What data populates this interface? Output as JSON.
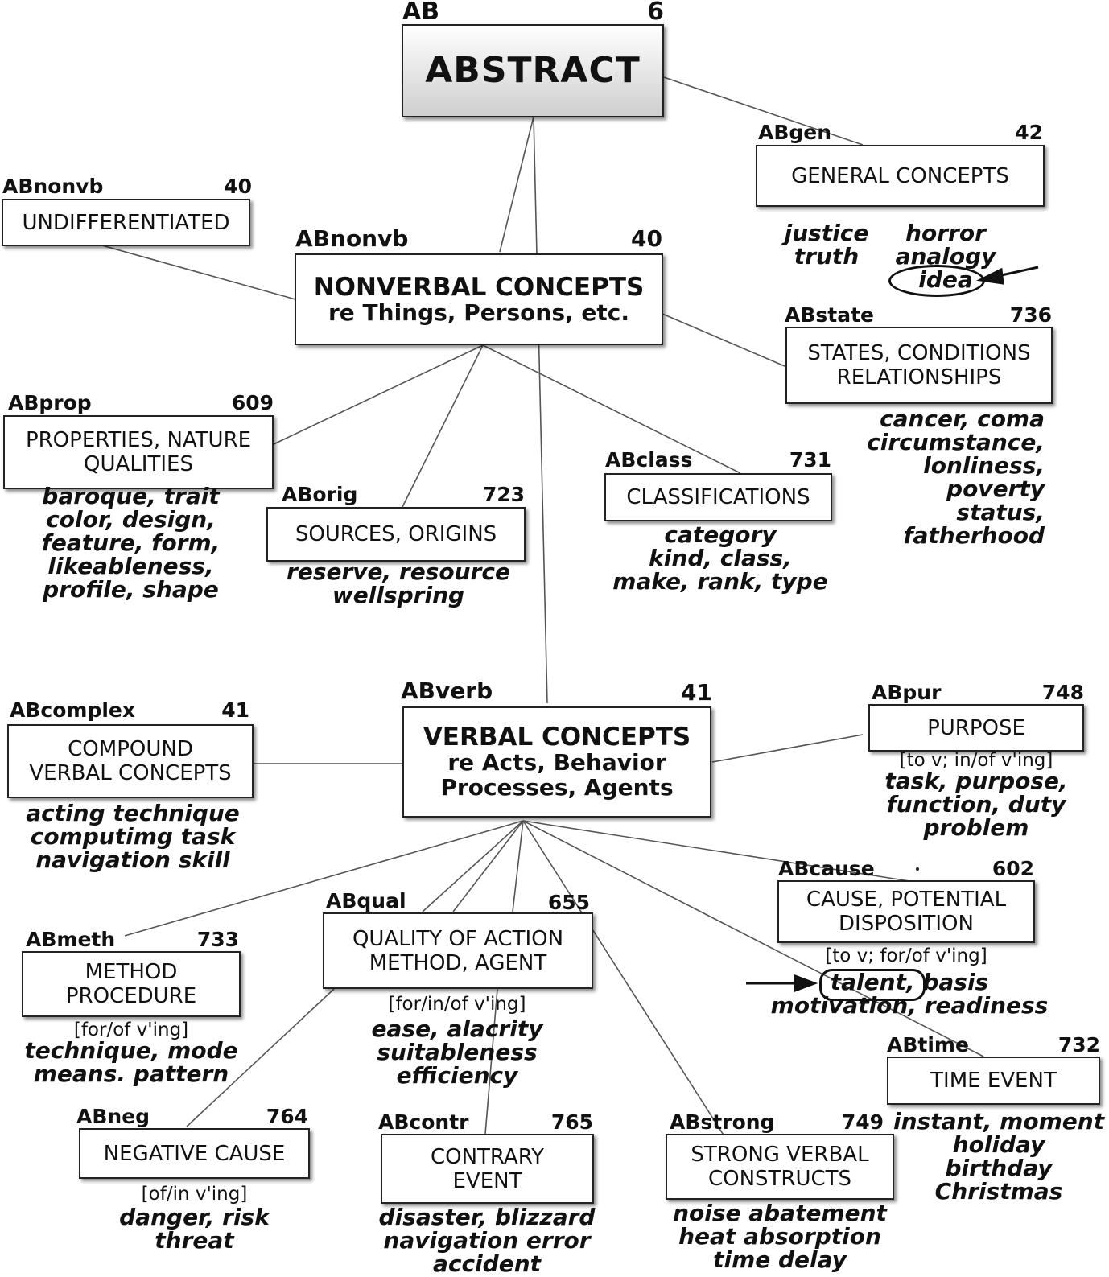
{
  "root": {
    "code": "AB",
    "count": "6",
    "label": "ABSTRACT"
  },
  "nodes": {
    "abgen": {
      "code": "ABgen",
      "count": "42",
      "lines": [
        "GENERAL CONCEPTS"
      ]
    },
    "abundiff": {
      "code": "ABnonvb",
      "count": "40",
      "lines": [
        "UNDIFFERENTIATED"
      ]
    },
    "abnonvb": {
      "code": "ABnonvb",
      "count": "40",
      "lines": [
        "NONVERBAL CONCEPTS",
        "re Things, Persons, etc."
      ]
    },
    "abstate": {
      "code": "ABstate",
      "count": "736",
      "lines": [
        "STATES, CONDITIONS",
        "RELATIONSHIPS"
      ],
      "examples": [
        "cancer, coma",
        "circumstance,",
        "lonliness,",
        "poverty",
        "status,",
        "fatherhood"
      ]
    },
    "abprop": {
      "code": "ABprop",
      "count": "609",
      "lines": [
        "PROPERTIES, NATURE",
        "QUALITIES"
      ],
      "examples": [
        "baroque, trait",
        "color, design,",
        "feature, form,",
        "likeableness,",
        "profile, shape"
      ]
    },
    "aborig": {
      "code": "ABorig",
      "count": "723",
      "lines": [
        "SOURCES, ORIGINS"
      ],
      "examples": [
        "reserve, resource",
        "wellspring"
      ]
    },
    "abclass": {
      "code": "ABclass",
      "count": "731",
      "lines": [
        "CLASSIFICATIONS"
      ],
      "examples": [
        "category",
        "kind, class,",
        "make, rank, type"
      ]
    },
    "abverb": {
      "code": "ABverb",
      "count": "41",
      "lines": [
        "VERBAL CONCEPTS",
        "re Acts, Behavior",
        "Processes, Agents"
      ]
    },
    "abcomplex": {
      "code": "ABcomplex",
      "count": "41",
      "lines": [
        "COMPOUND",
        "VERBAL CONCEPTS"
      ],
      "examples": [
        "acting technique",
        "computimg task",
        "navigation skill"
      ]
    },
    "abpur": {
      "code": "ABpur",
      "count": "748",
      "lines": [
        "PURPOSE"
      ],
      "pattern": "[to v; in/of v'ing]",
      "examples": [
        "task, purpose,",
        "function, duty",
        "problem"
      ]
    },
    "abcause": {
      "code": "ABcause",
      "count": "602",
      "lines": [
        "CAUSE, POTENTIAL",
        "DISPOSITION"
      ],
      "pattern": "[to v; for/of v'ing]",
      "examples": [
        "talent, basis",
        "motivation, readiness"
      ]
    },
    "abmeth": {
      "code": "ABmeth",
      "count": "733",
      "lines": [
        "METHOD",
        "PROCEDURE"
      ],
      "pattern": "[for/of v'ing]",
      "examples": [
        "technique, mode",
        "means. pattern"
      ]
    },
    "abqual": {
      "code": "ABqual",
      "count": "655",
      "lines": [
        "QUALITY OF ACTION",
        "METHOD, AGENT"
      ],
      "pattern": "[for/in/of v'ing]",
      "examples": [
        "ease, alacrity",
        "suitableness",
        "efficiency"
      ]
    },
    "abtime": {
      "code": "ABtime",
      "count": "732",
      "lines": [
        "TIME EVENT"
      ],
      "examples": [
        "instant, moment",
        "holiday",
        "birthday",
        "Christmas"
      ]
    },
    "abneg": {
      "code": "ABneg",
      "count": "764",
      "lines": [
        "NEGATIVE CAUSE"
      ],
      "pattern": "[of/in v'ing]",
      "examples": [
        "danger, risk",
        "threat"
      ]
    },
    "abcontr": {
      "code": "ABcontr",
      "count": "765",
      "lines": [
        "CONTRARY",
        "EVENT"
      ],
      "examples": [
        "disaster, blizzard",
        "navigation error",
        "accident"
      ]
    },
    "abstrong": {
      "code": "ABstrong",
      "count": "749",
      "lines": [
        "STRONG VERBAL",
        "CONSTRUCTS"
      ],
      "examples": [
        "noise abatement",
        "heat absorption",
        "time delay"
      ]
    }
  },
  "abgen_examples": {
    "left": [
      "justice",
      "truth"
    ],
    "right": [
      "horror",
      "analogy",
      "idea"
    ]
  },
  "edges": [
    [
      "root",
      "abgen"
    ],
    [
      "root",
      "abnonvb"
    ],
    [
      "root",
      "abverb"
    ],
    [
      "abnonvb",
      "abundiff"
    ],
    [
      "abnonvb",
      "abstate"
    ],
    [
      "abnonvb",
      "abprop"
    ],
    [
      "abnonvb",
      "aborig"
    ],
    [
      "abnonvb",
      "abclass"
    ],
    [
      "abverb",
      "abcomplex"
    ],
    [
      "abverb",
      "abpur"
    ],
    [
      "abverb",
      "abcause"
    ],
    [
      "abverb",
      "abmeth"
    ],
    [
      "abverb",
      "abqual"
    ],
    [
      "abverb",
      "abtime"
    ],
    [
      "abverb",
      "abstrong"
    ],
    [
      "abqual",
      "abneg"
    ],
    [
      "abqual",
      "abcontr"
    ]
  ],
  "colors": {
    "line": "#555555",
    "border": "#222222",
    "root_gradient": "#cfcfcf"
  }
}
